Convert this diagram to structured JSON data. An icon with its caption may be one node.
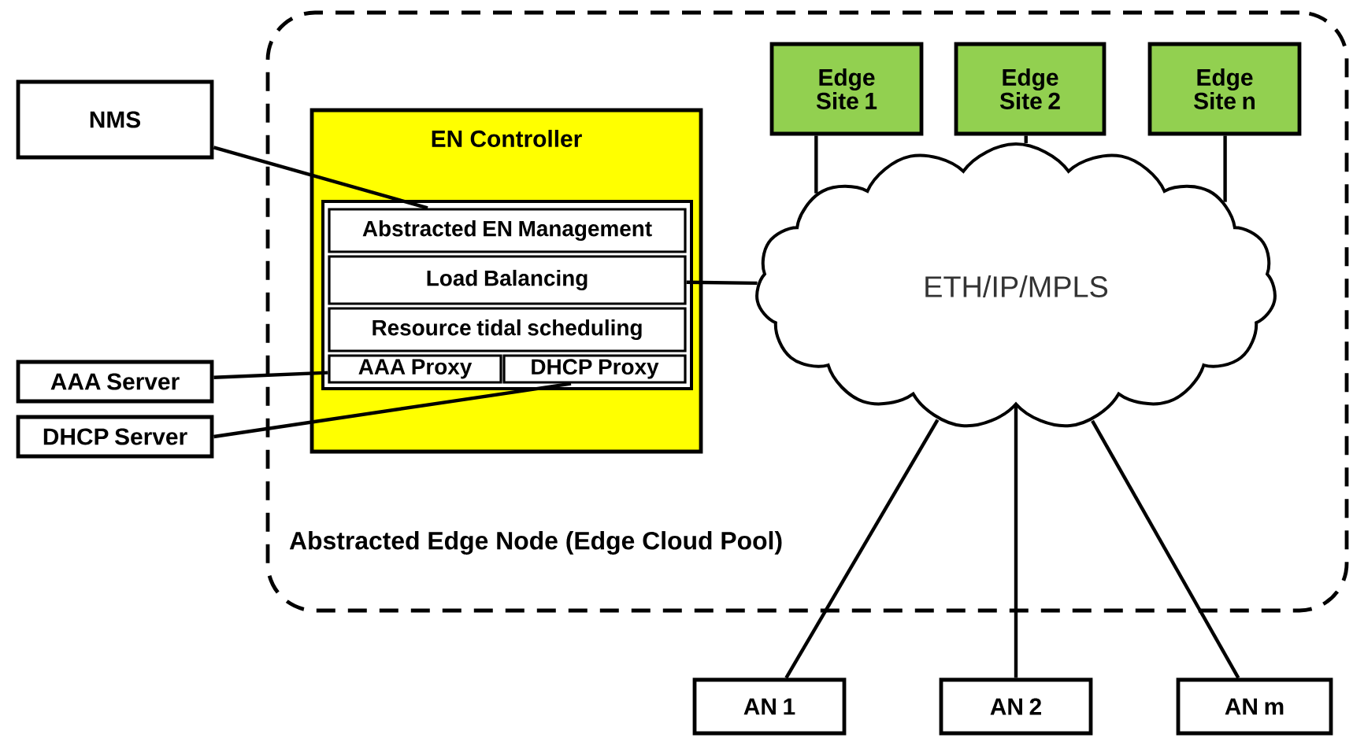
{
  "diagram": {
    "nodes": [
      {
        "text": [
          "Abstracted Edge Node (Edge Cloud Pool)"
        ]
      },
      {
        "text": [
          "NMS"
        ]
      },
      {
        "text": [
          "EN Controller"
        ],
        "in": 0
      },
      {
        "text": [
          "Abstracted EN Management"
        ],
        "in": 2
      },
      {
        "text": [
          "Load Balancing"
        ],
        "in": 2
      },
      {
        "text": [
          "Resource tidal scheduling"
        ],
        "in": 2
      },
      {
        "text": [
          "AAA Proxy"
        ],
        "in": 2
      },
      {
        "text": [
          "DHCP Proxy"
        ],
        "in": 2
      },
      {
        "text": [
          "AAA Server"
        ]
      },
      {
        "text": [
          "DHCP Server"
        ]
      },
      {
        "text": [
          "Edge Site 1"
        ],
        "in": 0
      },
      {
        "text": [
          "Edge Site 2"
        ],
        "in": 0
      },
      {
        "text": [
          "Edge Site n"
        ],
        "in": 0
      },
      {
        "text": [
          "ETH/IP/MPLS"
        ],
        "in": 0
      },
      {
        "text": [
          "AN 1"
        ]
      },
      {
        "text": [
          "AN 2"
        ]
      },
      {
        "text": [
          "AN m"
        ]
      }
    ],
    "edges": [
      {
        "from": 1,
        "to": 3,
        "arrow": "none"
      },
      {
        "from": 8,
        "to": 6,
        "arrow": "none"
      },
      {
        "from": 9,
        "to": 7,
        "arrow": "none"
      },
      {
        "from": 4,
        "to": 13,
        "arrow": "none"
      },
      {
        "from": 10,
        "to": 13,
        "arrow": "none"
      },
      {
        "from": 11,
        "to": 13,
        "arrow": "none"
      },
      {
        "from": 12,
        "to": 13,
        "arrow": "none"
      },
      {
        "from": 13,
        "to": 14,
        "arrow": "none"
      },
      {
        "from": 13,
        "to": 15,
        "arrow": "none"
      },
      {
        "from": 13,
        "to": 16,
        "arrow": "none"
      }
    ]
  }
}
